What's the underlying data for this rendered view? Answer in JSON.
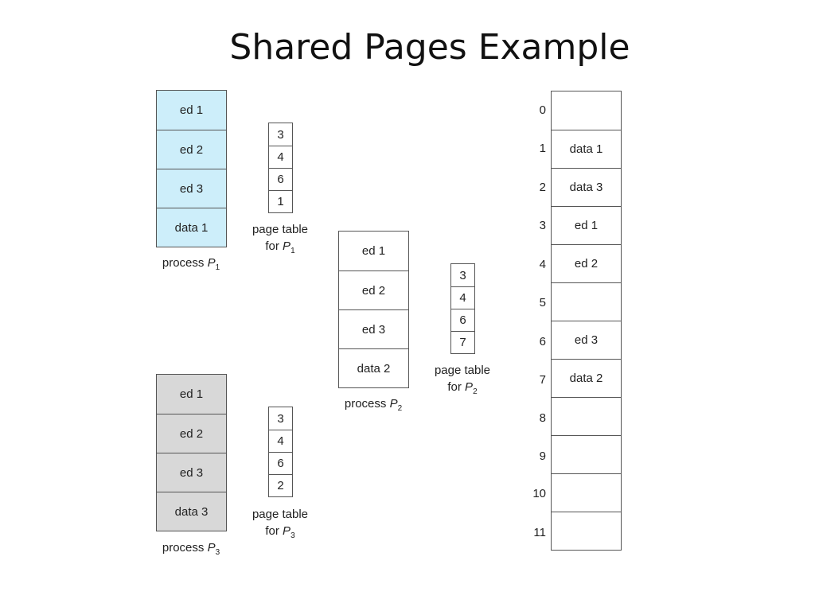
{
  "title": "Shared Pages Example",
  "processes": [
    {
      "id": "p1",
      "pages": [
        "ed 1",
        "ed 2",
        "ed 3",
        "data 1"
      ],
      "label": "process",
      "var": "P",
      "sub": "1"
    },
    {
      "id": "p2",
      "pages": [
        "ed 1",
        "ed 2",
        "ed 3",
        "data 2"
      ],
      "label": "process",
      "var": "P",
      "sub": "2"
    },
    {
      "id": "p3",
      "pages": [
        "ed 1",
        "ed 2",
        "ed 3",
        "data 3"
      ],
      "label": "process",
      "var": "P",
      "sub": "3"
    }
  ],
  "page_tables": [
    {
      "id": "pt1",
      "entries": [
        "3",
        "4",
        "6",
        "1"
      ],
      "line1": "page table",
      "line2": "for",
      "var": "P",
      "sub": "1"
    },
    {
      "id": "pt2",
      "entries": [
        "3",
        "4",
        "6",
        "7"
      ],
      "line1": "page table",
      "line2": "for",
      "var": "P",
      "sub": "2"
    },
    {
      "id": "pt3",
      "entries": [
        "3",
        "4",
        "6",
        "2"
      ],
      "line1": "page table",
      "line2": "for",
      "var": "P",
      "sub": "3"
    }
  ],
  "memory": {
    "frames": [
      {
        "num": "0",
        "content": ""
      },
      {
        "num": "1",
        "content": "data 1"
      },
      {
        "num": "2",
        "content": "data 3"
      },
      {
        "num": "3",
        "content": "ed 1"
      },
      {
        "num": "4",
        "content": "ed 2"
      },
      {
        "num": "5",
        "content": ""
      },
      {
        "num": "6",
        "content": "ed 3"
      },
      {
        "num": "7",
        "content": "data 2"
      },
      {
        "num": "8",
        "content": ""
      },
      {
        "num": "9",
        "content": ""
      },
      {
        "num": "10",
        "content": ""
      },
      {
        "num": "11",
        "content": ""
      }
    ]
  },
  "colors": {
    "p1_fill": "#cdeefa",
    "p3_fill": "#d8d8d8",
    "p2_fill": "#ffffff"
  }
}
